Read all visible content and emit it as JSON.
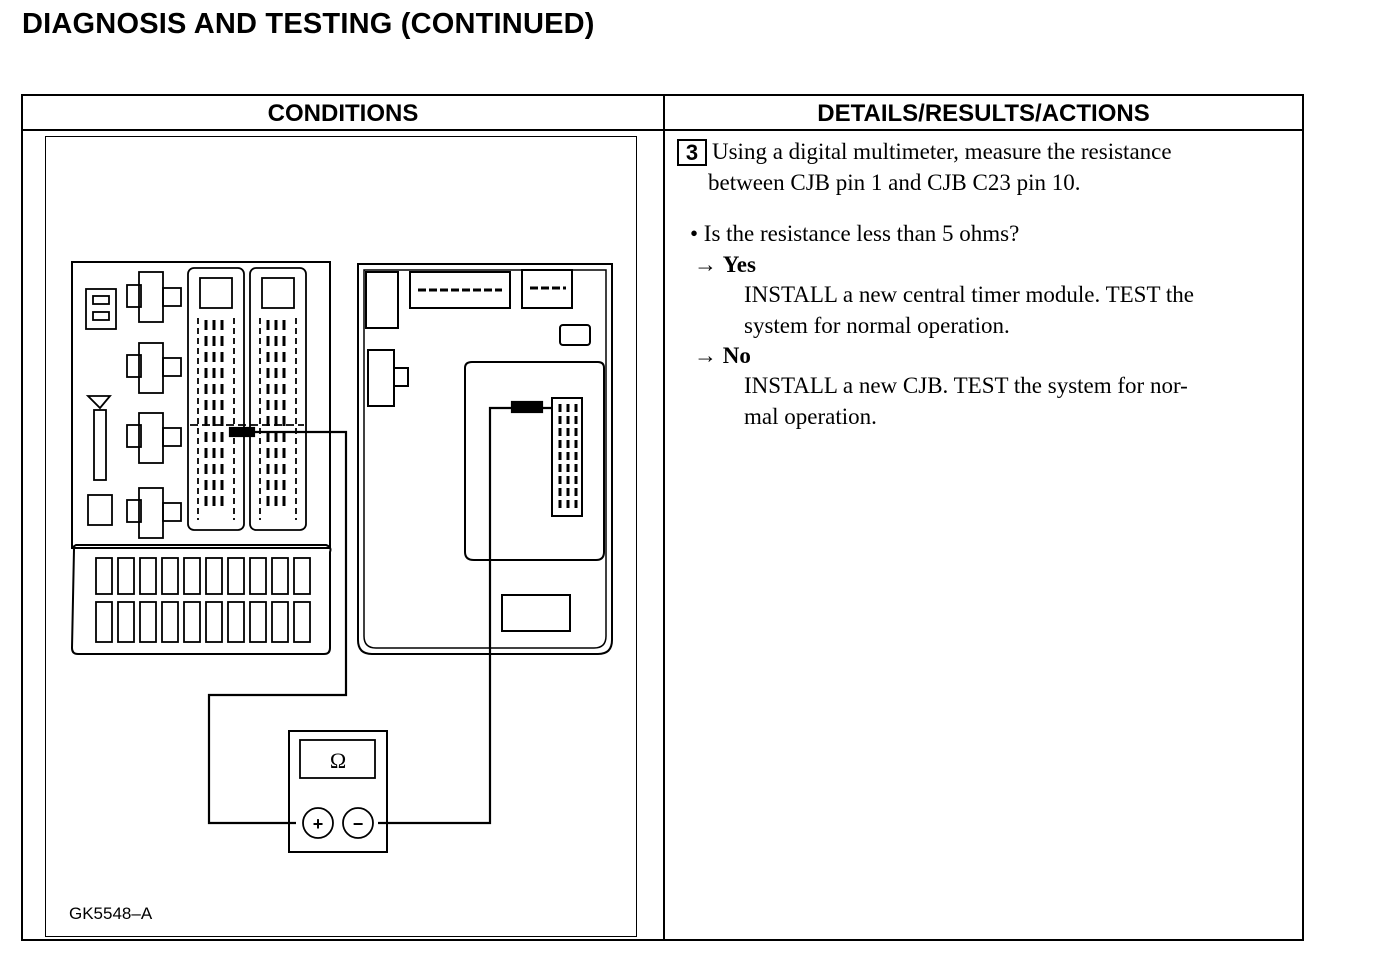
{
  "page": {
    "title": "DIAGNOSIS AND TESTING (CONTINUED)"
  },
  "table": {
    "headers": {
      "conditions": "CONDITIONS",
      "details": "DETAILS/RESULTS/ACTIONS"
    }
  },
  "figure": {
    "id": "GK5548–A",
    "meter_symbol": "Ω",
    "meter_plus": "+",
    "meter_minus": "−"
  },
  "step": {
    "number": "3",
    "instruction_lines": [
      "Using a digital multimeter, measure the resistance",
      "between CJB pin 1 and CJB C23 pin 10."
    ],
    "question": "• Is the resistance less than 5 ohms?",
    "yes_arrow": "→ ",
    "yes_label": "Yes",
    "yes_lines": [
      "INSTALL a new central timer module. TEST the",
      "system for normal operation."
    ],
    "no_arrow": "→ ",
    "no_label": "No",
    "no_lines": [
      "INSTALL a new CJB. TEST the system for nor-",
      "mal operation."
    ]
  }
}
